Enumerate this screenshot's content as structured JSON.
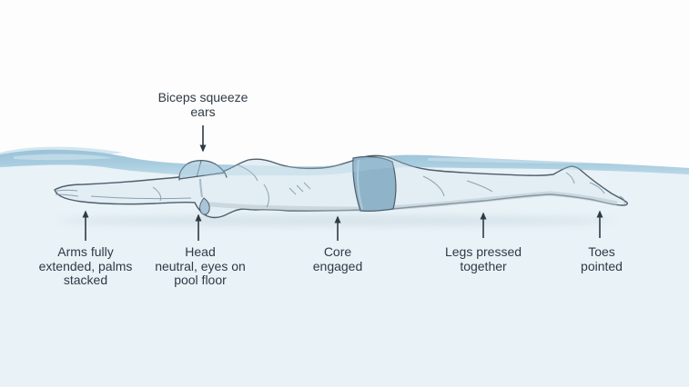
{
  "diagram": {
    "subject": "swimmer-streamline-position",
    "annotations": [
      {
        "id": "biceps",
        "text": "Biceps squeeze ears",
        "lines": [
          "Biceps squeeze",
          "ears"
        ],
        "arrow_direction": "down"
      },
      {
        "id": "arms",
        "text": "Arms fully extended, palms stacked",
        "lines": [
          "Arms fully",
          "extended, palms",
          "stacked"
        ],
        "arrow_direction": "up"
      },
      {
        "id": "head",
        "text": "Head neutral, eyes on pool floor",
        "lines": [
          "Head",
          "neutral, eyes on",
          "pool floor"
        ],
        "arrow_direction": "up"
      },
      {
        "id": "core",
        "text": "Core engaged",
        "lines": [
          "Core",
          "engaged"
        ],
        "arrow_direction": "up"
      },
      {
        "id": "legs",
        "text": "Legs pressed together",
        "lines": [
          "Legs pressed",
          "together"
        ],
        "arrow_direction": "up"
      },
      {
        "id": "toes",
        "text": "Toes pointed",
        "lines": [
          "Toes",
          "pointed"
        ],
        "arrow_direction": "up"
      }
    ]
  },
  "colors": {
    "bg-above": "#fdfdfd",
    "bg-below": "#e8f2f7",
    "water-band": "#a9cde0",
    "water-band-dark": "#93bdd3",
    "water-band-light": "#c9e0eb",
    "body-fill": "#e2edf4",
    "body-shade": "#b6c4cc",
    "outline": "#4e5e6b",
    "contour": "#7e95a5",
    "cap": "#bfd8e7",
    "briefs": "#8fb4ca",
    "goggle": "#a9c4d6",
    "ink": "#2e3a45"
  }
}
